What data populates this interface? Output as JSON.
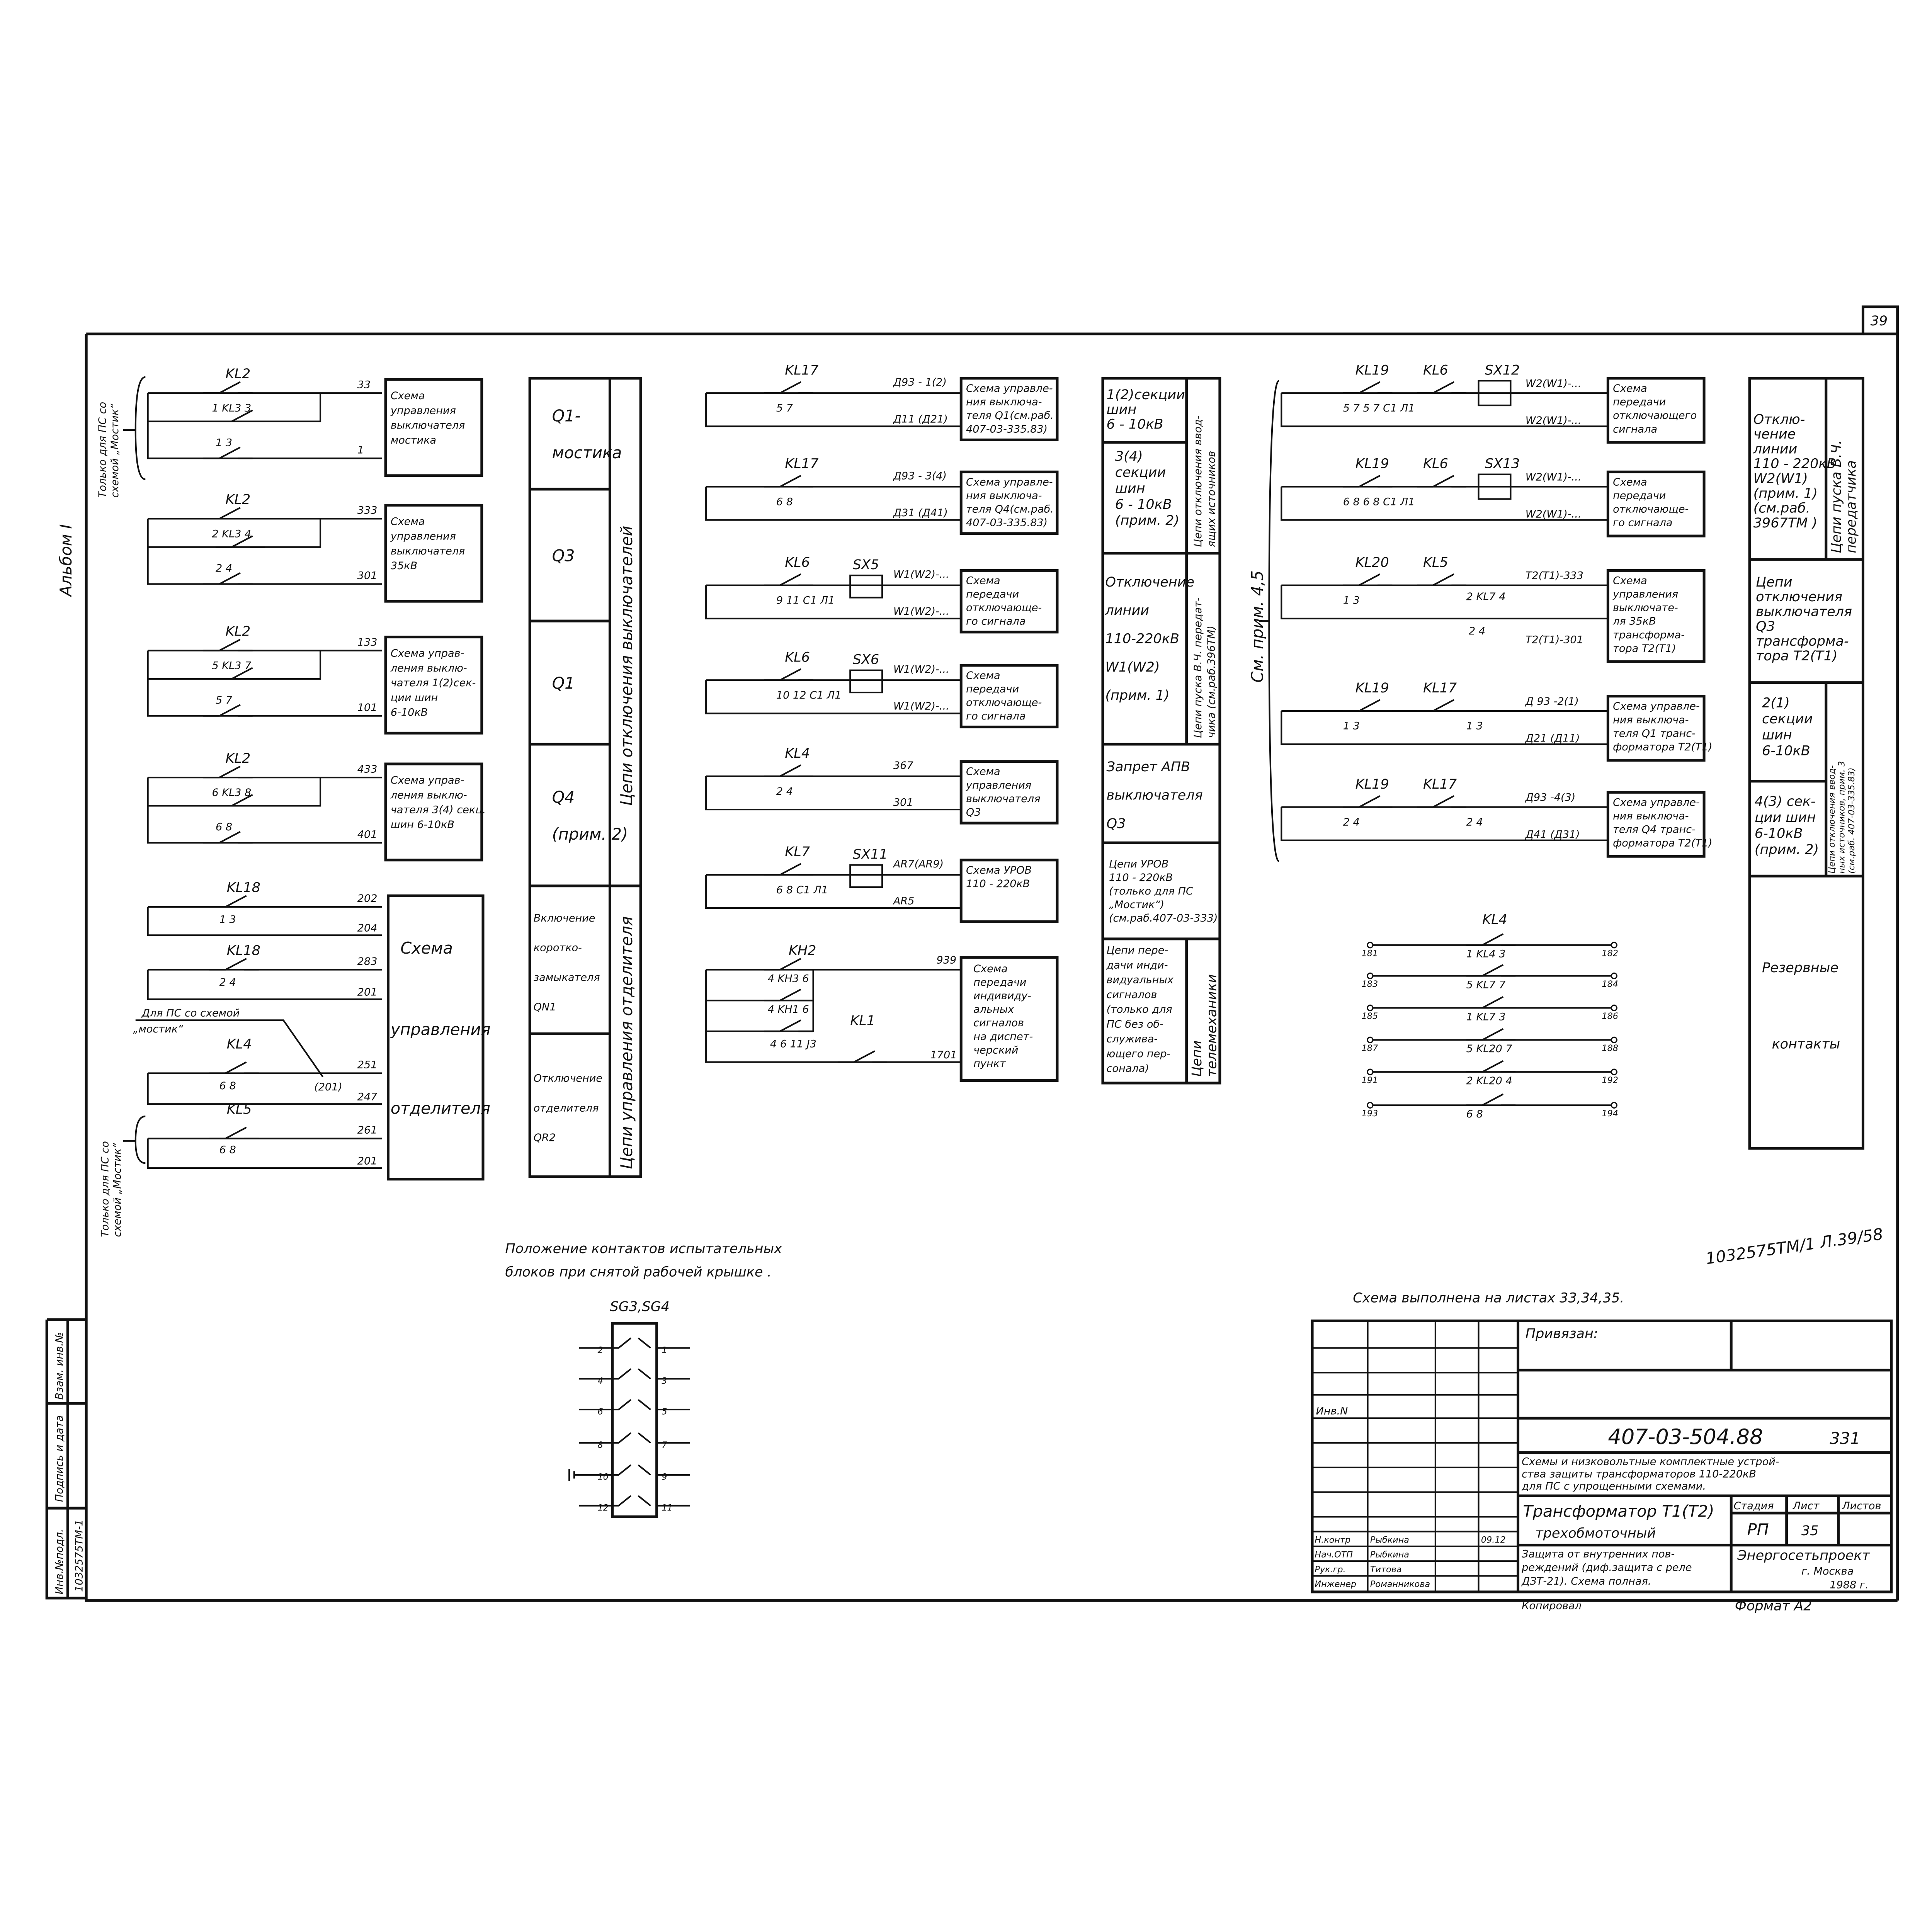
{
  "sheet_number": "39",
  "album": "Альбом I",
  "note_mostik_top": [
    "Только для ПС со",
    "схемой „Мостик“"
  ],
  "note_mostik_bottom": [
    "Только для ПС со",
    "схемой „Мостик“"
  ],
  "left_groups": [
    {
      "relay": "KL2",
      "mid": "1 KL3 3",
      "bot": "1      3",
      "term_top": "33",
      "term_bot": "1",
      "box": [
        "Схема",
        "управления",
        "выключателя",
        "мостика"
      ]
    },
    {
      "relay": "KL2",
      "mid": "2 KL3 4",
      "bot": "2      4",
      "term_top": "333",
      "term_bot": "301",
      "box": [
        "Схема",
        "управления",
        "выключателя",
        "35кВ"
      ]
    },
    {
      "relay": "KL2",
      "mid": "5 KL3 7",
      "bot": "5      7",
      "term_top": "133",
      "term_bot": "101",
      "box": [
        "Схема управ-",
        "ления выклю-",
        "чателя 1(2)сек-",
        "ции шин",
        "6-10кВ"
      ]
    },
    {
      "relay": "KL2",
      "mid": "6 KL3 8",
      "bot": "6      8",
      "term_top": "433",
      "term_bot": "401",
      "box": [
        "Схема управ-",
        "ления выклю-",
        "чателя 3(4) секц.",
        "шин 6-10кВ"
      ]
    }
  ],
  "separator": {
    "rows": [
      {
        "relay": "KL18",
        "contacts": "1      3",
        "term_top": "202",
        "term_bot": "204"
      },
      {
        "relay": "KL18",
        "contacts": "2      4",
        "term_top": "283",
        "term_bot": "201"
      },
      {
        "relay": "KL4",
        "contacts": "6      8",
        "term_top": "251",
        "term_bot": "247"
      },
      {
        "relay": "KL5",
        "contacts": "6      8",
        "term_top": "261",
        "term_bot": "201"
      }
    ],
    "note": [
      "Для ПС со схемой",
      "„мостик“"
    ],
    "note_ref": "(201)",
    "box": [
      "Схема",
      "управления",
      "отделителя"
    ]
  },
  "q_table": {
    "cells": [
      [
        "Q1-",
        "мостика"
      ],
      [
        "Q3"
      ],
      [
        "Q1"
      ],
      [
        "Q4",
        "(прим. 2)"
      ],
      [
        "Включение",
        "коротко-",
        "замыкателя",
        "QN1"
      ],
      [
        "Отключение",
        "отделителя",
        "QR2"
      ]
    ],
    "side_top": "Цепи отключения выключателей",
    "side_bottom": "Цепи управления отделителя"
  },
  "mid_circuits": [
    {
      "relay": "KL17",
      "contacts": "5      7",
      "term_top": "Д93 - 1(2)",
      "term_bot": "Д11 (Д21)",
      "box": [
        "Схема управле-",
        "ния выключа-",
        "теля Q1(см.раб.",
        "407-03-335.83)"
      ]
    },
    {
      "relay": "KL17",
      "contacts": "6      8",
      "term_top": "Д93 - 3(4)",
      "term_bot": "Д31 (Д41)",
      "box": [
        "Схема управле-",
        "ния выключа-",
        "теля Q4(см.раб.",
        "407-03-335.83)"
      ]
    },
    {
      "relay": "KL6",
      "block": "SX5",
      "contacts": "9    11  C1      Л1",
      "term_top": "W1(W2)-...",
      "term_bot": "W1(W2)-...",
      "box": [
        "Схема",
        "передачи",
        "отключающе-",
        "го сигнала"
      ]
    },
    {
      "relay": "KL6",
      "block": "SX6",
      "contacts": "10   12  C1      Л1",
      "term_top": "W1(W2)-...",
      "term_bot": "W1(W2)-...",
      "box": [
        "Схема",
        "передачи",
        "отключающе-",
        "го сигнала"
      ]
    },
    {
      "relay": "KL4",
      "contacts": "2      4",
      "term_top": "367",
      "term_bot": "301",
      "box": [
        "Схема",
        "управления",
        "выключателя",
        "Q3"
      ]
    },
    {
      "relay": "KL7",
      "block": "SX11",
      "contacts": "6      8   C1      Л1",
      "term_top": "AR7(AR9)",
      "term_bot": "AR5",
      "box": [
        "Схема УРОВ",
        "110 - 220кВ"
      ]
    }
  ],
  "kh_circuit": {
    "relay": "KH2",
    "row1": "4 KH3 6",
    "row2": "4 KH1 6",
    "relay2": "KL1",
    "row3": "4     6      11    J3",
    "term_top": "939",
    "term_bot": "1701",
    "box": [
      "Схема",
      "передачи",
      "индивиду-",
      "альных",
      "сигналов",
      "на диспет-",
      "черский",
      "пункт"
    ]
  },
  "col3": {
    "cells": [
      [
        "1(2)секции",
        "шин",
        "6 - 10кВ"
      ],
      [
        "3(4)",
        "секции",
        "шин",
        "6 - 10кВ",
        "(прим. 2)"
      ],
      [
        "Отключение",
        "линии",
        "110-220кВ",
        "W1(W2)",
        "(прим. 1)"
      ],
      [
        "Запрет АПВ",
        "выключателя",
        "Q3"
      ],
      [
        "Цепи УРОВ",
        "110 - 220кВ",
        "(только для ПС",
        "„Мостик“)",
        "(см.раб.407-03-333)"
      ],
      [
        "Цепи пере-",
        "дачи инди-",
        "видуальных",
        "сигналов",
        "(только для",
        "ПС без об-",
        "служива-",
        "ющего пер-",
        "сонала)"
      ]
    ],
    "side1": [
      "Цепи отключения ввод-",
      "ящих источников"
    ],
    "side2": [
      "Цепи пуска В.Ч. передат-",
      "чика (см.раб.396ТМ)"
    ],
    "side3": [
      "Цепи",
      "телемеханики"
    ]
  },
  "note_see": "См. прим. 4,5",
  "right_circuits": [
    {
      "relay": "KL19",
      "relay2": "KL6",
      "block": "SX12",
      "contacts": "5    7    5    7  C1     Л1",
      "term_top": "W2(W1)-...",
      "term_bot": "W2(W1)-...",
      "box": [
        "Схема",
        "передачи",
        "отключающего",
        "сигнала"
      ]
    },
    {
      "relay": "KL19",
      "relay2": "KL6",
      "block": "SX13",
      "contacts": "6    8    6    8  C1     Л1",
      "term_top": "W2(W1)-...",
      "term_bot": "W2(W1)-...",
      "box": [
        "Схема",
        "передачи",
        "отключающе-",
        "го сигнала"
      ]
    },
    {
      "relay": "KL20",
      "relay2": "KL5",
      "contacts": "1      3",
      "mid": "2 KL7 4",
      "bot": "2      4",
      "term_top": "T2(T1)-333",
      "term_bot": "T2(T1)-301",
      "box": [
        "Схема",
        "управления",
        "выключате-",
        "ля 35кВ",
        "трансформа-",
        "тора T2(T1)"
      ]
    },
    {
      "relay": "KL19",
      "relay2": "KL17",
      "contacts": "1      3",
      "contacts2": "1      3",
      "term_top": "Д 93 -2(1)",
      "term_bot": "Д21 (Д11)",
      "box": [
        "Схема управле-",
        "ния выключа-",
        "теля Q1 транс-",
        "форматора T2(T1)"
      ]
    },
    {
      "relay": "KL19",
      "relay2": "KL17",
      "contacts": "2      4",
      "contacts2": "2      4",
      "term_top": "Д93 -4(3)",
      "term_bot": "Д41 (Д31)",
      "box": [
        "Схема управле-",
        "ния выключа-",
        "теля Q4 транс-",
        "форматора T2(T1)"
      ]
    }
  ],
  "kl4_block": {
    "title": "KL4",
    "rows": [
      {
        "left": "181",
        "contact": "1 KL4 3",
        "right": "182"
      },
      {
        "left": "183",
        "contact": "5 KL7 7",
        "right": "184"
      },
      {
        "left": "185",
        "contact": "1 KL7 3",
        "right": "186"
      },
      {
        "left": "187",
        "contact": "5 KL20 7",
        "right": "188"
      },
      {
        "left": "191",
        "contact": "2 KL20 4",
        "right": "192"
      },
      {
        "left": "193",
        "contact": "6      8",
        "right": "194"
      }
    ]
  },
  "col5": {
    "cells": [
      [
        "Отклю-",
        "чение",
        "линии",
        "110 - 220кВ",
        "W2(W1)",
        "(прим. 1)",
        "(см.раб.",
        "3967ТМ )"
      ],
      [
        "Цепи",
        "отключения",
        "выключателя",
        "Q3",
        "трансформа-",
        "тора T2(T1)"
      ],
      [
        "2(1)",
        "секции",
        "шин",
        "6-10кВ"
      ],
      [
        "4(3) сек-",
        "ции шин",
        "6-10кВ",
        "(прим. 2)"
      ],
      [
        "Резервные",
        "контакты"
      ]
    ],
    "side1": [
      "Цепи пуска В.Ч.",
      "передатчика"
    ],
    "side2": [
      "Цепи отключения ввод-",
      "ных источников, прим. 3",
      "(см.раб. 407-03-335.83)"
    ]
  },
  "test_block": {
    "caption": [
      "Положение контактов испытательных",
      "блоков при снятой рабочей крышке ."
    ],
    "title": "SG3,SG4",
    "left": [
      "2",
      "4",
      "6",
      "8",
      "10",
      "12"
    ],
    "right": [
      "1",
      "3",
      "5",
      "7",
      "9",
      "11"
    ]
  },
  "archive_mark": "1032575ТМ/1 Л.39/58",
  "note_sheets": "Схема выполнена на листах 33,34,35.",
  "title_block": {
    "attached": "Привязан:",
    "inv": "Инв.N",
    "code": "407-03-504.88",
    "code_num": "331",
    "project": [
      "Схемы и низковольтные комплектные устрой-",
      "ства защиты трансформаторов 110-220кВ",
      "для ПС с упрощенными схемами."
    ],
    "object": [
      "Трансформатор T1(T2)",
      "трехобмоточный"
    ],
    "stage_h": "Стадия",
    "sheet_h": "Лист",
    "sheets_h": "Листов",
    "stage": "РП",
    "sheet": "35",
    "staff": [
      {
        "role": "Н.контр",
        "name": "Рыбкина",
        "date": "09.12"
      },
      {
        "role": "Нач.ОТП",
        "name": "Рыбкина",
        "date": ""
      },
      {
        "role": "Рук.гр.",
        "name": "Титова",
        "date": ""
      },
      {
        "role": "Инженер",
        "name": "Романникова",
        "date": ""
      }
    ],
    "drawing": [
      "Защита от внутренних пов-",
      "реждений (диф.защита с реле",
      "ДЗТ-21). Схема полная."
    ],
    "org": [
      "Энергосетьпроект",
      "г. Москва",
      "1988 г."
    ],
    "copied": "Копировал",
    "format": "Формат А2"
  },
  "left_strip": {
    "replace": "Взам. инв.№",
    "sign": "Подпись и дата",
    "inv_orig": "Инв.№подл.",
    "inv_value": "1032575ТМ-1"
  }
}
